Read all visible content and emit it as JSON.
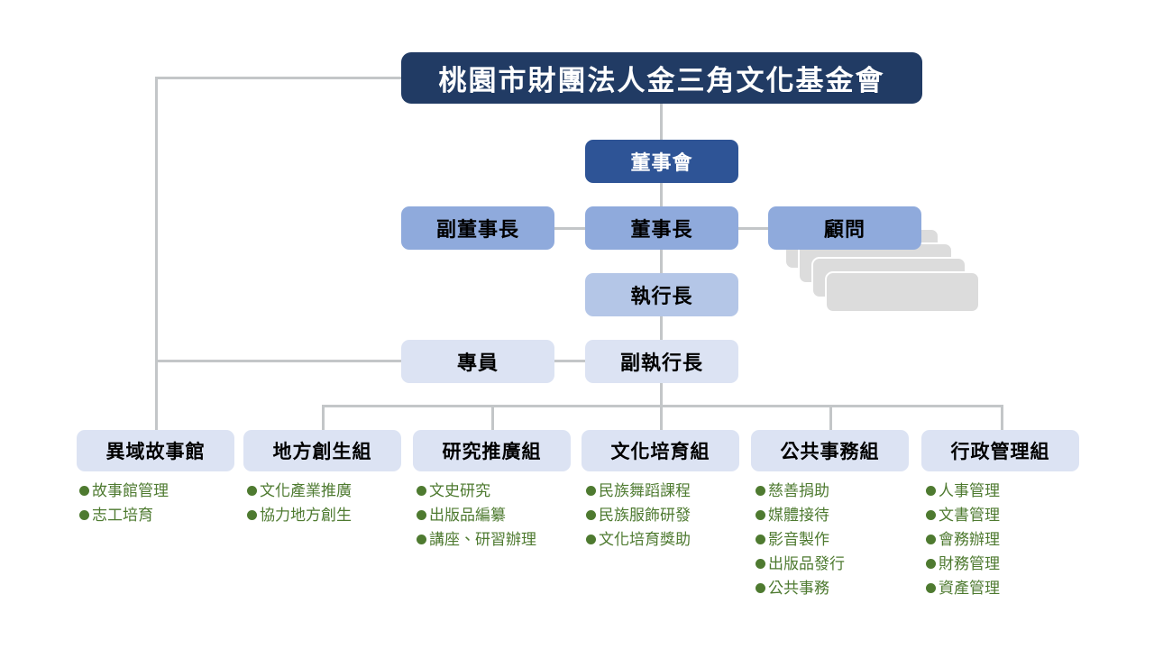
{
  "org": {
    "title": "桃園市財團法人金三角文化基金會",
    "board": "董事會",
    "vice_chairman": "副董事長",
    "chairman": "董事長",
    "advisor": "顧問",
    "ceo": "執行長",
    "specialist": "專員",
    "deputy_ceo": "副執行長"
  },
  "departments": [
    {
      "name": "異域故事館",
      "items": [
        "故事館管理",
        "志工培育"
      ]
    },
    {
      "name": "地方創生組",
      "items": [
        "文化產業推廣",
        "協力地方創生"
      ]
    },
    {
      "name": "研究推廣組",
      "items": [
        "文史研究",
        "出版品編纂",
        "講座、研習辦理"
      ]
    },
    {
      "name": "文化培育組",
      "items": [
        "民族舞蹈課程",
        "民族服飾研發",
        "文化培育獎助"
      ]
    },
    {
      "name": "公共事務組",
      "items": [
        "慈善捐助",
        "媒體接待",
        "影音製作",
        "出版品發行",
        "公共事務"
      ]
    },
    {
      "name": "行政管理組",
      "items": [
        "人事管理",
        "文書管理",
        "會務辦理",
        "財務管理",
        "資產管理"
      ]
    }
  ],
  "colors": {
    "title_bg": "#213B64",
    "board_bg": "#2E5496",
    "mid_bg": "#8FAADC",
    "mid2_bg": "#B4C6E7",
    "light_bg": "#DCE3F3",
    "line": "#c3c6c8",
    "bullet": "#4E7A30",
    "stack_card": "#DCDCDC"
  }
}
